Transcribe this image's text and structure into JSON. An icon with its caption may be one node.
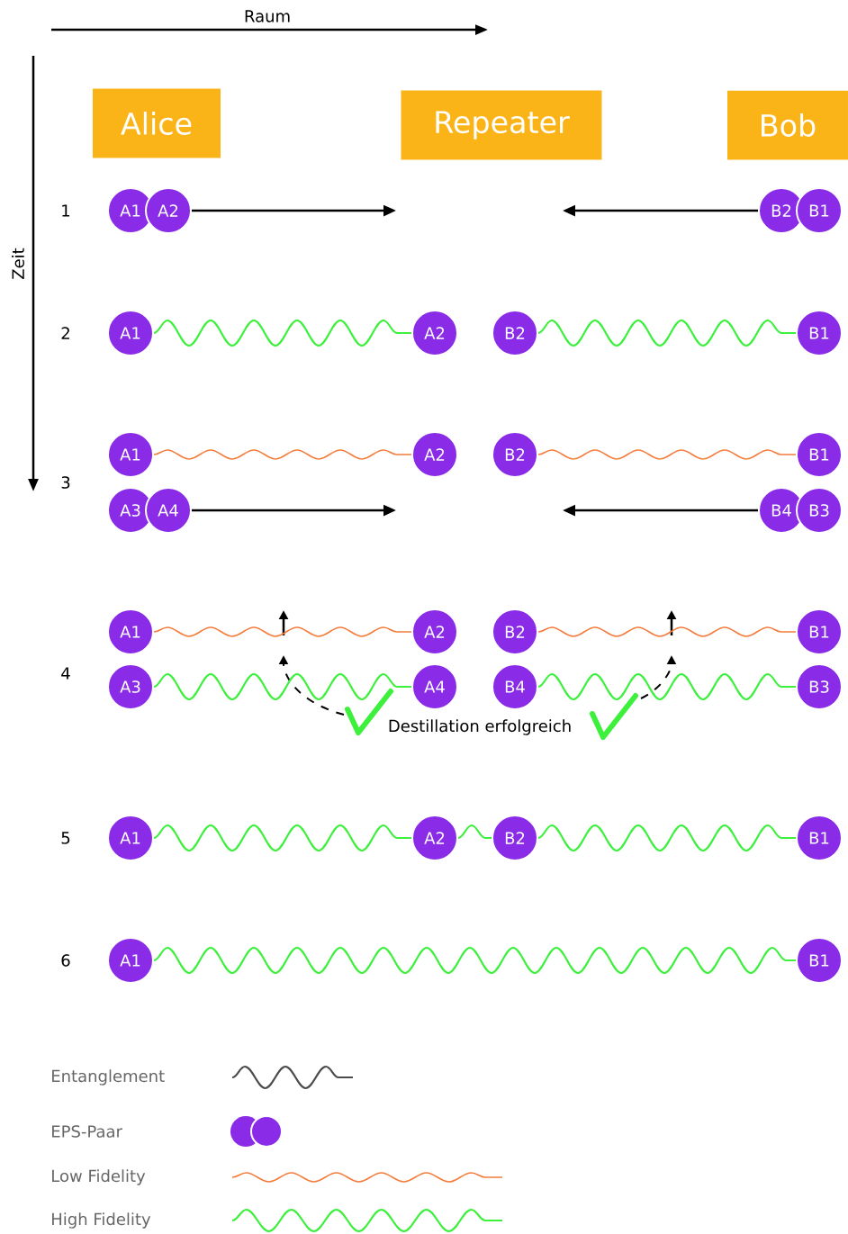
{
  "diagram": {
    "nodes": [
      {
        "text": [
          "Alice"
        ]
      },
      {
        "text": [
          "Repeater"
        ]
      },
      {
        "text": [
          "Bob"
        ]
      },
      {
        "text": [
          "A1"
        ]
      },
      {
        "text": [
          "A2"
        ]
      },
      {
        "text": [
          "B2"
        ]
      },
      {
        "text": [
          "B1"
        ]
      },
      {
        "text": [
          "A1"
        ]
      },
      {
        "text": [
          "A2"
        ]
      },
      {
        "text": [
          "B2"
        ]
      },
      {
        "text": [
          "B1"
        ]
      },
      {
        "text": [
          "A1"
        ]
      },
      {
        "text": [
          "A2"
        ]
      },
      {
        "text": [
          "B2"
        ]
      },
      {
        "text": [
          "B1"
        ]
      },
      {
        "text": [
          "A3"
        ]
      },
      {
        "text": [
          "A4"
        ]
      },
      {
        "text": [
          "B4"
        ]
      },
      {
        "text": [
          "B3"
        ]
      },
      {
        "text": [
          "A1"
        ]
      },
      {
        "text": [
          "A2"
        ]
      },
      {
        "text": [
          "B2"
        ]
      },
      {
        "text": [
          "B1"
        ]
      },
      {
        "text": [
          "A3"
        ]
      },
      {
        "text": [
          "A4"
        ]
      },
      {
        "text": [
          "B4"
        ]
      },
      {
        "text": [
          "B3"
        ]
      },
      {
        "text": [
          "A1"
        ]
      },
      {
        "text": [
          "A2"
        ]
      },
      {
        "text": [
          "B2"
        ]
      },
      {
        "text": [
          "B1"
        ]
      },
      {
        "text": [
          "A1"
        ]
      },
      {
        "text": [
          "B1"
        ]
      }
    ],
    "edges": [
      {
        "from": 4,
        "to": null,
        "arrow": "to",
        "color": "#000000"
      },
      {
        "from": 5,
        "to": null,
        "arrow": "to",
        "color": "#000000"
      },
      {
        "from": 7,
        "to": 8,
        "arrow": "none"
      },
      {
        "from": 9,
        "to": 10,
        "arrow": "none"
      },
      {
        "from": 11,
        "to": 12,
        "arrow": "none",
        "color": "#f47c3c"
      },
      {
        "from": 13,
        "to": 14,
        "arrow": "none",
        "color": "#f47c3c"
      },
      {
        "from": 16,
        "to": null,
        "arrow": "to",
        "color": "#000000"
      },
      {
        "from": 17,
        "to": null,
        "arrow": "to",
        "color": "#000000"
      },
      {
        "from": 19,
        "to": 20,
        "arrow": "none",
        "color": "#f47c3c"
      },
      {
        "from": 21,
        "to": 22,
        "arrow": "none",
        "color": "#f47c3c"
      },
      {
        "from": 23,
        "to": 24,
        "arrow": "none"
      },
      {
        "from": 25,
        "to": 26,
        "arrow": "none"
      },
      {
        "from": 27,
        "to": 28,
        "arrow": "none"
      },
      {
        "from": 28,
        "to": 29,
        "arrow": "none"
      },
      {
        "from": 29,
        "to": 30,
        "arrow": "none"
      },
      {
        "from": 31,
        "to": 32,
        "arrow": "none"
      }
    ],
    "labels": [
      "Raum",
      "Zeit",
      "1",
      "2",
      "3",
      "4",
      "Destillation erfolgreich",
      "5",
      "6"
    ],
    "legend": [
      {
        "text": "Entanglement"
      },
      {
        "text": "EPS-Paar"
      },
      {
        "text": "Low Fidelity"
      },
      {
        "text": "High Fidelity"
      }
    ]
  }
}
